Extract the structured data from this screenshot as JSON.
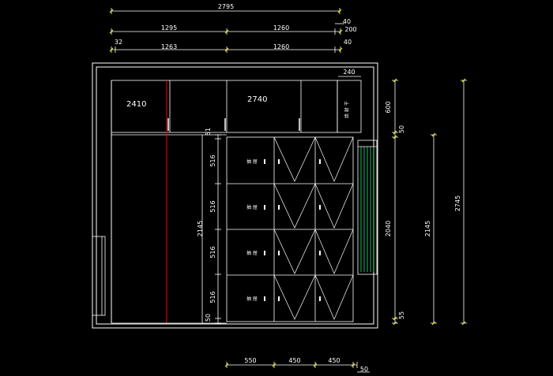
{
  "drawing": {
    "overall_width": "2795",
    "section_a_top": "1295",
    "section_b_top": "1260",
    "gap_top": "40",
    "end_top": "200",
    "left_offset": "32",
    "section_a": "1263",
    "section_b": "1260",
    "gap_second": "40",
    "side_panel_width": "240",
    "top_cabinet_left_label": "2410",
    "top_cabinet_right_label": "2740",
    "side_panel_vertical_label": "烘 射 干",
    "divider_gap": "51",
    "drawer_height_1": "516",
    "drawer_height_2": "516",
    "drawer_height_3": "516",
    "drawer_height_4": "516",
    "base_gap": "50",
    "left_height": "2145",
    "drawer_labels": [
      "抽 屉",
      "抽 屉",
      "抽 屉",
      "抽 屉"
    ],
    "right_top_dim": "600",
    "right_mid_dim": "50",
    "right_low_dim": "55",
    "inner_height": "2040",
    "mid_height": "2145",
    "total_height": "2745",
    "bottom_dims": [
      "550",
      "450",
      "450"
    ],
    "bottom_end_dim": "50"
  },
  "colors": {
    "background": "#000000",
    "lines": "#ffffff",
    "dimensions": "#ffffff",
    "divider_red": "#ff0000",
    "hatch_green": "#00ff66",
    "hatch_cyan": "#33cccc",
    "marker_yellow": "#ffff00"
  }
}
